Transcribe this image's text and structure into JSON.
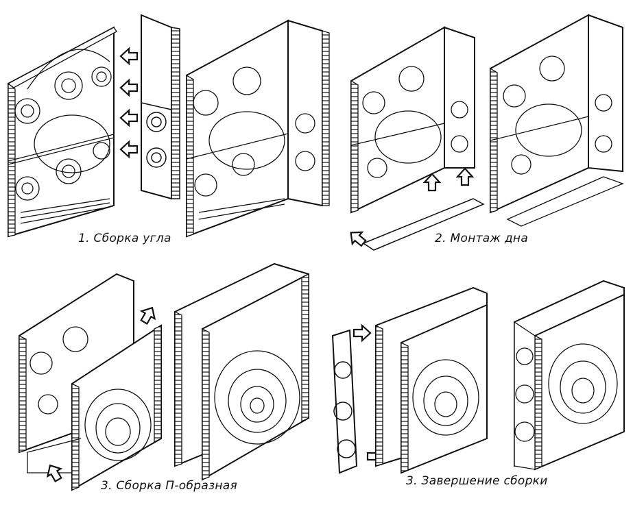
{
  "steps": [
    {
      "caption": "1. Сборка угла"
    },
    {
      "caption": "2. Монтаж дна"
    },
    {
      "caption": "3. Сборка П-образная"
    },
    {
      "caption": "3. Завершение сборки"
    }
  ],
  "colors": {
    "line": "#111111",
    "background": "#ffffff"
  },
  "icons": [
    "arrow-outline-icon"
  ]
}
